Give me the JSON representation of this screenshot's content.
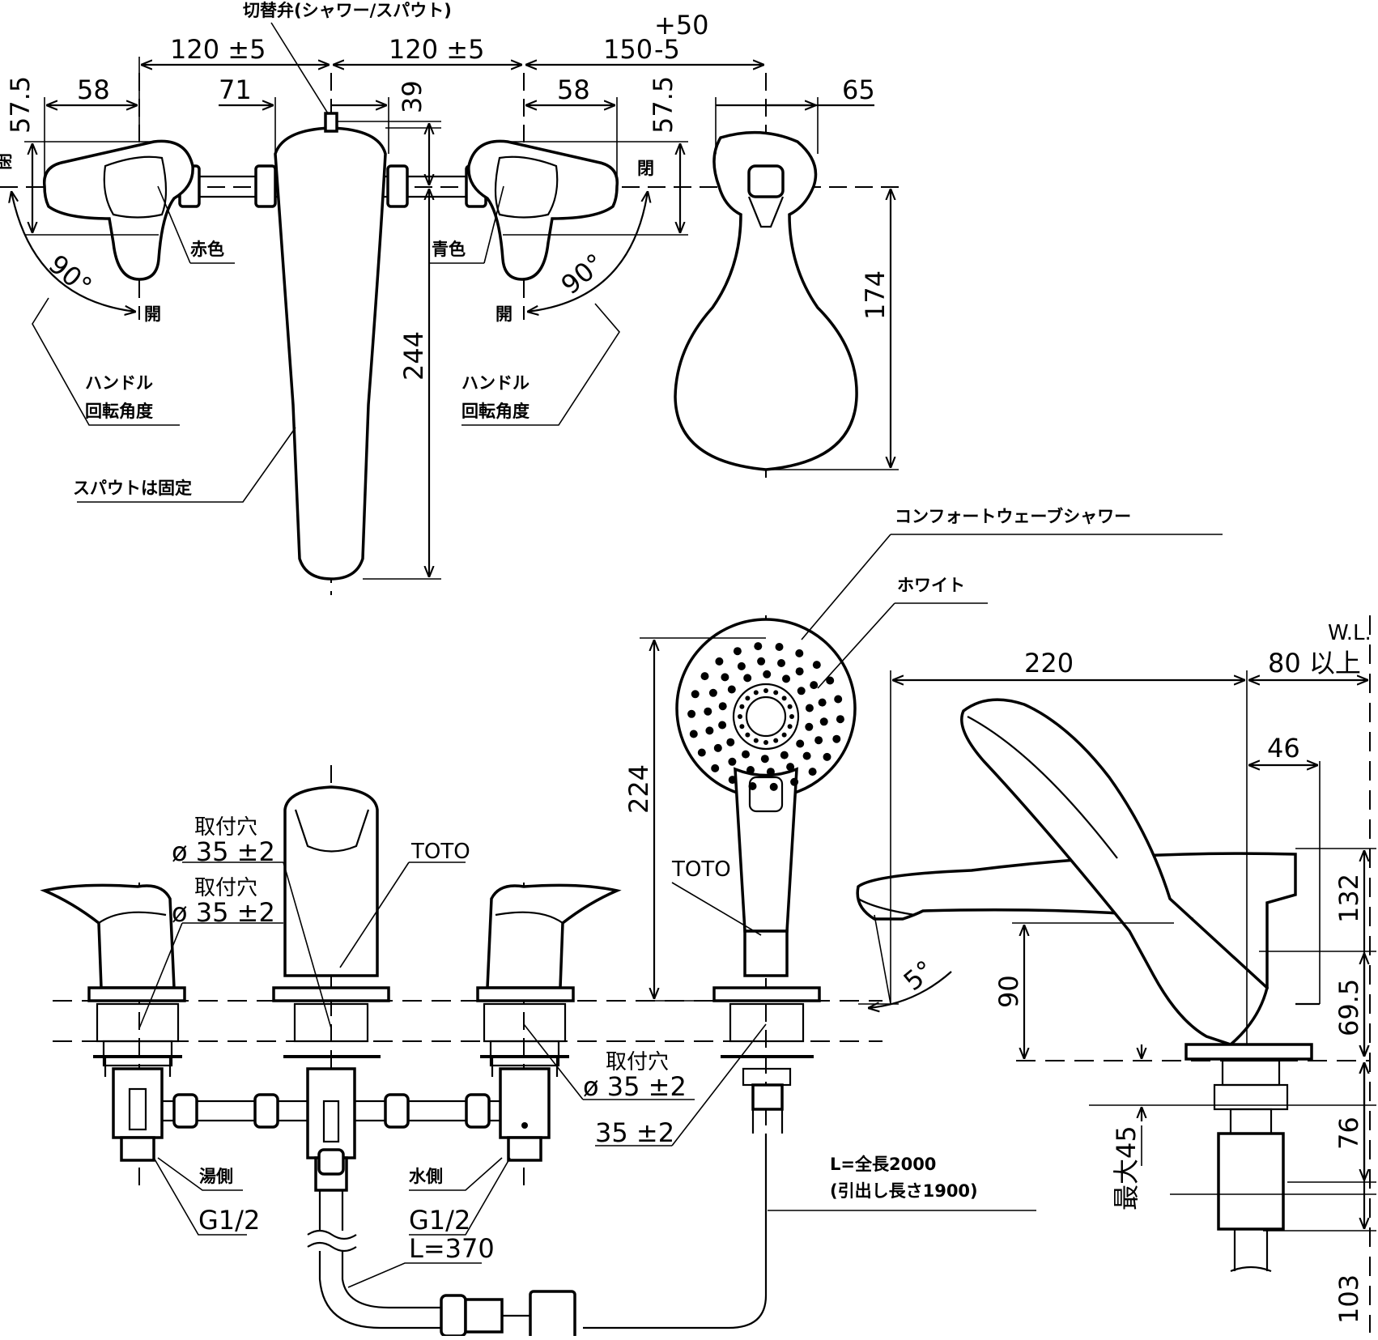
{
  "top_view": {
    "dims": {
      "d_120_left": "120 ±5",
      "d_120_right": "120 ±5",
      "d_150": "150",
      "d_150_tol_plus": "+50",
      "d_150_tol_minus": "-5",
      "d_58_left": "58",
      "d_71": "71",
      "d_39": "39",
      "d_58_right": "58",
      "d_65": "65",
      "d_57_5_left": "57.5",
      "d_57_5_right": "57.5",
      "d_90_left": "90°",
      "d_90_right": "90°",
      "d_244": "244",
      "d_174": "174"
    },
    "labels": {
      "switch_valve": "切替弁(シャワー/スパウト)",
      "close_left": "閉",
      "open_left": "開",
      "close_right": "閉",
      "open_right": "開",
      "red": "赤色",
      "blue": "青色",
      "handle_rot_left_1": "ハンドル",
      "handle_rot_left_2": "回転角度",
      "handle_rot_right_1": "ハンドル",
      "handle_rot_right_2": "回転角度",
      "spout_fixed": "スパウトは固定"
    }
  },
  "bottom_view": {
    "dims": {
      "hole_left_1": "取付穴",
      "hole_left_1_dia": "ø 35 ±2",
      "hole_left_2": "取付穴",
      "hole_left_2_dia": "ø 35 ±2",
      "hole_right": "取付穴",
      "hole_right_dia": "ø 35 ±2",
      "d_35": "35 ±2",
      "d_224": "224",
      "d_220": "220",
      "d_80": "80 以上",
      "d_46": "46",
      "d_132": "132",
      "d_69_5": "69.5",
      "d_90": "90",
      "d_5deg": "5°",
      "d_76": "76",
      "d_max45": "最大45",
      "d_103": "103",
      "g_left": "G1/2",
      "g_right": "G1/2",
      "l_370": "L=370"
    },
    "labels": {
      "toto_1": "TOTO",
      "toto_2": "TOTO",
      "shower_name": "コンフォートウェーブシャワー",
      "white": "ホワイト",
      "wl": "W.L.",
      "hot_side": "湯側",
      "cold_side": "水側",
      "hose_len_1": "L=全長2000",
      "hose_len_2": "(引出し長さ1900)"
    }
  }
}
